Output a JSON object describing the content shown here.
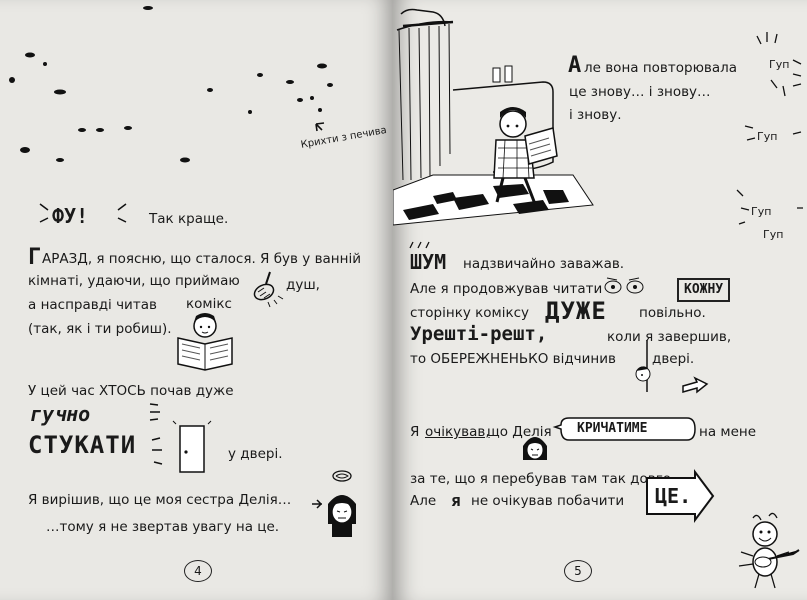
{
  "left_page": {
    "crumbs_label": "Крихти з печива",
    "fu": "ФУ!",
    "fu_after": "Так краще.",
    "p1_cap": "Г",
    "p1_l1": "АРАЗД, я поясню, що сталося. Я був у ванній",
    "p1_l2a": "кімнаті, удаючи, що приймаю",
    "p1_l2b": "душ,",
    "p1_l3a": "а насправді читав",
    "p1_l3b": "комікс",
    "p1_l4": "(так, як і ти робиш).",
    "p2_l1": "У цей час ХТОСЬ почав дуже",
    "p2_loud": "гучно",
    "p2_knock": "СТУКАТИ",
    "p2_door": "у двері.",
    "p3_l1": "Я вирішив, що це моя сестра Делія…",
    "p3_l2": "…тому я не звертав увагу на це.",
    "page_number": "4"
  },
  "right_page": {
    "p1_cap": "А",
    "p1_l1": "ле вона повторювала",
    "p1_l2": "це знову… і знову…",
    "p1_l3": "і знову.",
    "gup": [
      "Гуп",
      "Гуп",
      "Гуп",
      "Гуп"
    ],
    "p2_noise": "ШУМ",
    "p2_l1": "надзвичайно заважав.",
    "p2_l2a": "Але я продовжував читати",
    "p2_every": "КОЖНУ",
    "p2_l3a": "сторінку коміксу",
    "p2_very": "ДУЖЕ",
    "p2_l3b": "повільно.",
    "p2_finally": "Урешті-решт,",
    "p2_l4b": "коли я завершив,",
    "p2_l5a": "то ОБЕРЕЖНЕНЬКО відчинив",
    "p2_l5b": "двері.",
    "p3_l1a": "Я",
    "p3_expected": "очікував,",
    "p3_l1b": "що Делія",
    "p3_scream": "КРИЧАТИМЕ",
    "p3_l1c": "на мене",
    "p3_l2": "за те, що я перебував там так довго.",
    "p3_l3a": "Але",
    "p3_i": "я",
    "p3_l3b": "не очікував побачити",
    "p3_this": "ЦЕ.",
    "page_number": "5"
  }
}
